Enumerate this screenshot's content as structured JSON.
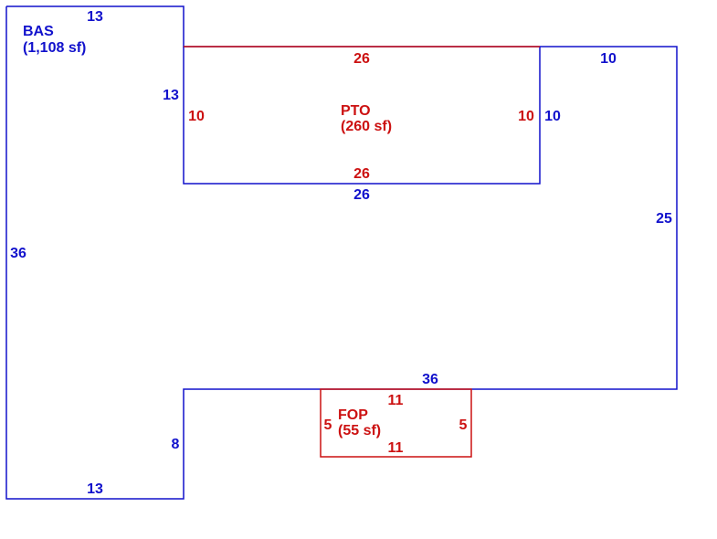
{
  "colors": {
    "base": "#1111cc",
    "addon": "#cc1111",
    "background": "#ffffff"
  },
  "areas": {
    "bas": {
      "code": "BAS",
      "area": "(1,108 sf)"
    },
    "pto": {
      "code": "PTO",
      "area": "(260 sf)"
    },
    "fop": {
      "code": "FOP",
      "area": "(55 sf)"
    }
  },
  "dimensions": {
    "bas_top": "13",
    "bas_inner_left": "13",
    "bas_top_right": "10",
    "bas_pto_right": "10",
    "bas_pto_bottom": "26",
    "bas_right": "25",
    "bas_left": "36",
    "bas_lower": "36",
    "bas_step": "8",
    "bas_bottom": "13",
    "pto_top": "26",
    "pto_left": "10",
    "pto_right": "10",
    "pto_bottom": "26",
    "fop_top": "11",
    "fop_left": "5",
    "fop_right": "5",
    "fop_bottom": "11"
  }
}
